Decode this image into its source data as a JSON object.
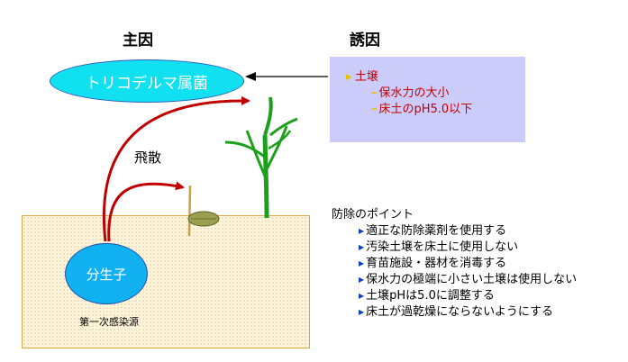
{
  "headings": {
    "primary": "主因",
    "inducing": "誘因"
  },
  "pathogen": {
    "label": "トリコデルマ属菌",
    "fill_color": "#11e0f0"
  },
  "inducing_factors": {
    "main": "土壌",
    "items": [
      "保水力の大小",
      "床土のpH5.0以下"
    ],
    "text_color": "#c00000",
    "box_color": "#ccccfa"
  },
  "dispersal_label": "飛散",
  "spore": {
    "label": "分生子",
    "fill_color": "#11b0f0"
  },
  "source_label": "第一次感染源",
  "prevention": {
    "title": "防除のポイント",
    "items": [
      "適正な防除薬剤を使用する",
      "汚染土壌を床土に使用しない",
      "育苗施設・器材を消毒する",
      "保水力の極端に小さい土壌は使用しない",
      "土壌pHは5.0に調整する",
      "床土が過乾燥にならないようにする"
    ]
  },
  "colors": {
    "arrow": "#c00000",
    "plant": "#1ca01c",
    "soil": "#fff5dd"
  }
}
